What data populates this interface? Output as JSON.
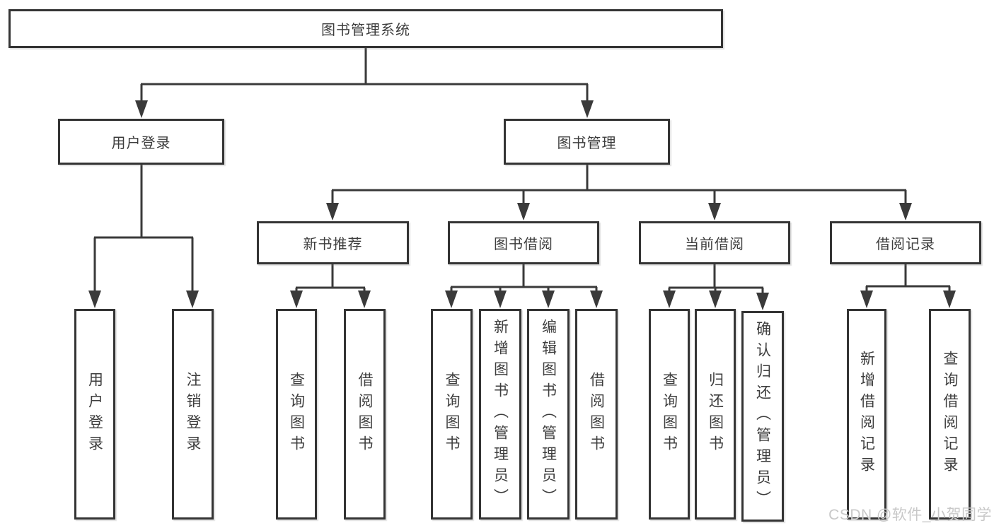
{
  "diagram": {
    "root": {
      "label": "图书管理系统"
    },
    "branches": [
      {
        "label": "用户登录",
        "children": [
          {
            "label": "用户登录"
          },
          {
            "label": "注销登录"
          }
        ]
      },
      {
        "label": "图书管理",
        "children": [
          {
            "label": "新书推荐",
            "children": [
              {
                "label": "查询图书"
              },
              {
                "label": "借阅图书"
              }
            ]
          },
          {
            "label": "图书借阅",
            "children": [
              {
                "label": "查询图书"
              },
              {
                "label": "新增图书（管理员）"
              },
              {
                "label": "编辑图书（管理员）"
              },
              {
                "label": "借阅图书"
              }
            ]
          },
          {
            "label": "当前借阅",
            "children": [
              {
                "label": "查询图书"
              },
              {
                "label": "归还图书"
              },
              {
                "label": "确认归还（管理员）"
              }
            ]
          },
          {
            "label": "借阅记录",
            "children": [
              {
                "label": "新增借阅记录"
              },
              {
                "label": "查询借阅记录"
              }
            ]
          }
        ]
      }
    ]
  },
  "watermark": {
    "text": "CSDN @软件_小贺同学"
  },
  "colors": {
    "line": "#3a3a3a",
    "box_border": "#343434",
    "text": "#3d3d3d",
    "background": "#ffffff",
    "watermark": "#c8c8c8"
  }
}
